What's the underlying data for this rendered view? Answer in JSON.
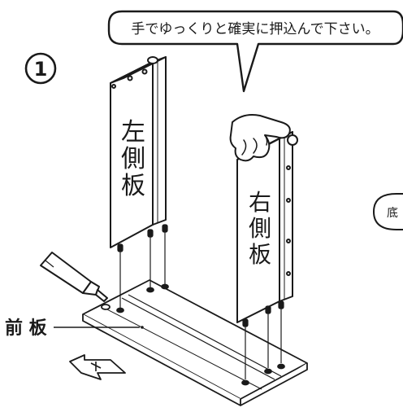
{
  "step_number": "1",
  "speech_bubble": {
    "text": "手でゆっくりと確実に押込んで下さい。"
  },
  "right_partial_bubble": {
    "text": "底"
  },
  "left_side_panel": {
    "chars": [
      "左",
      "側",
      "板"
    ]
  },
  "right_side_panel": {
    "chars": [
      "右",
      "側",
      "板"
    ]
  },
  "front_board_label": "前 板",
  "colors": {
    "line": "#1a1a1a",
    "background": "#ffffff"
  },
  "icons": [
    "glue-tube-icon",
    "pressing-hand-icon",
    "direction-arrow-icon"
  ]
}
